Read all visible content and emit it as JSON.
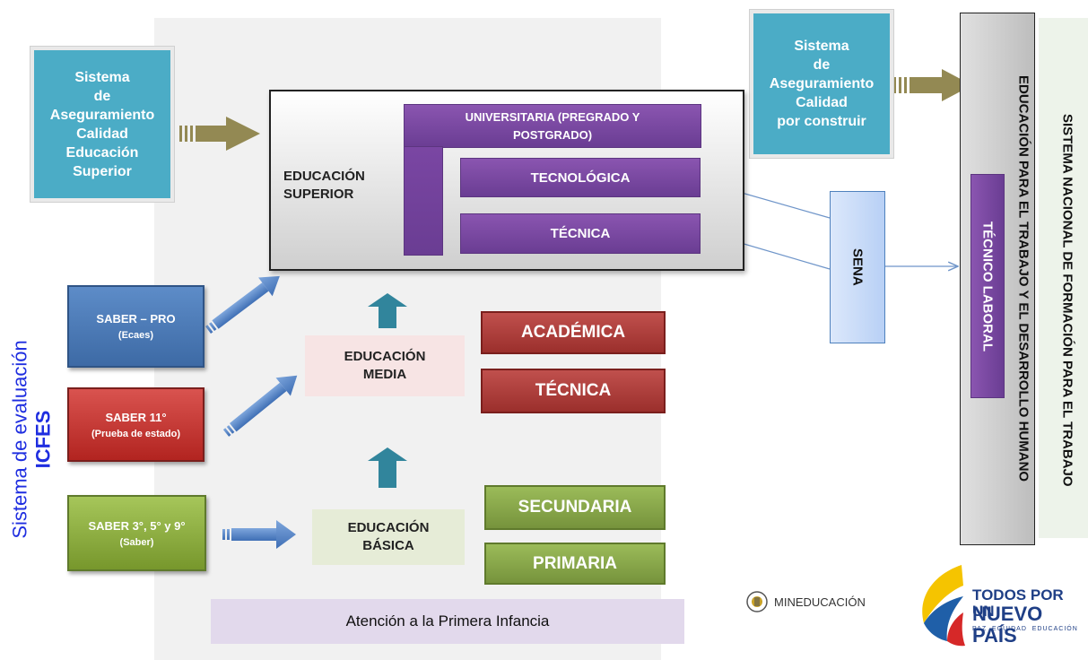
{
  "quality_left": "Sistema\nde\nAseguramiento\nCalidad\nEducación\nSuperior",
  "quality_right": "Sistema\nde\nAseguramiento\nCalidad\npor construir",
  "superior": {
    "label": "EDUCACIÓN\nSUPERIOR",
    "universitaria": "UNIVERSITARIA (PREGRADO Y POSTGRADO)",
    "tecnologica": "TECNOLÓGICA",
    "tecnica": "TÉCNICA"
  },
  "sena": "SENA",
  "tecnico_laboral": "TÉCNICO LABORAL",
  "edu_trabajo": "EDUCACIÓN PARA EL TRABAJO Y EL DESARROLLO HUMANO",
  "sistema_nacional": "SISTEMA NACIONAL DE FORMACIÓN PARA EL TRABAJO",
  "icfes": {
    "line1": "Sistema de evaluación",
    "line2": "ICFES"
  },
  "saber_pro": {
    "title": "SABER – PRO",
    "sub": "(Ecaes)"
  },
  "saber_11": {
    "title": "SABER 11°",
    "sub": "(Prueba de estado)"
  },
  "saber_359": {
    "title": "SABER 3°, 5° y 9°",
    "sub": "(Saber)"
  },
  "media": {
    "label": "EDUCACIÓN\nMEDIA",
    "academica": "ACADÉMICA",
    "tecnica": "TÉCNICA"
  },
  "basica": {
    "label": "EDUCACIÓN\nBÁSICA",
    "secundaria": "SECUNDARIA",
    "primaria": "PRIMARIA"
  },
  "primera_infancia": "Atención a la Primera Infancia",
  "logos": {
    "mineducacion": "MINEDUCACIÓN",
    "todos_line1": "TODOS POR UN",
    "todos_line2": "NUEVO PAÍS",
    "todos_tagline": "PAZ  EQUIDAD  EDUCACIÓN"
  },
  "colors": {
    "teal": "#4bacc6",
    "purple": "#7030a0",
    "red": "#c0504d",
    "green": "#9bbb59",
    "blue": "#4f81bd",
    "icfes_blue": "#1f2ee0"
  }
}
